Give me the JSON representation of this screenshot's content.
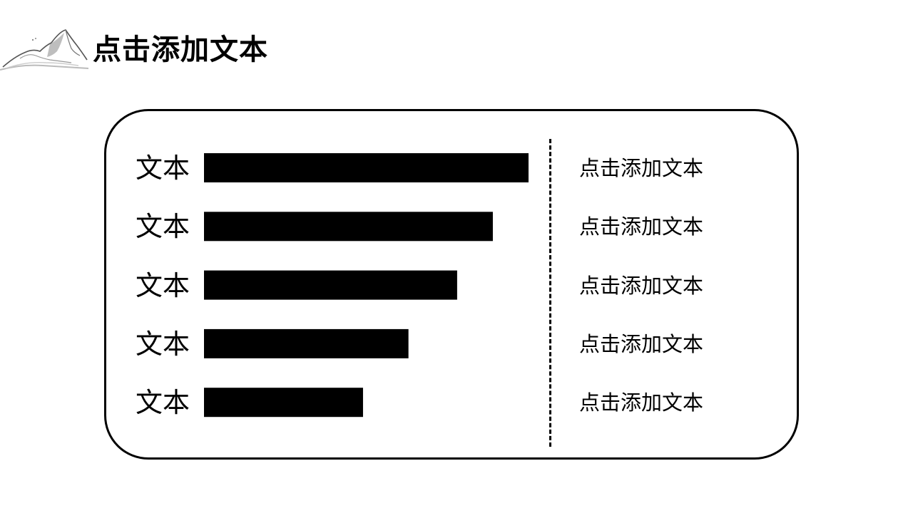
{
  "header": {
    "title": "点击添加文本"
  },
  "chart_data": {
    "type": "bar",
    "orientation": "horizontal",
    "categories": [
      "文本",
      "文本",
      "文本",
      "文本",
      "文本"
    ],
    "values": [
      100,
      89,
      78,
      63,
      49
    ],
    "xlim": [
      0,
      100
    ],
    "bar_color": "#000000",
    "grid": false,
    "title": "",
    "xlabel": "",
    "ylabel": ""
  },
  "notes": [
    "点击添加文本",
    "点击添加文本",
    "点击添加文本",
    "点击添加文本",
    "点击添加文本"
  ],
  "icons": {
    "logo": "ink-mountain-icon"
  }
}
